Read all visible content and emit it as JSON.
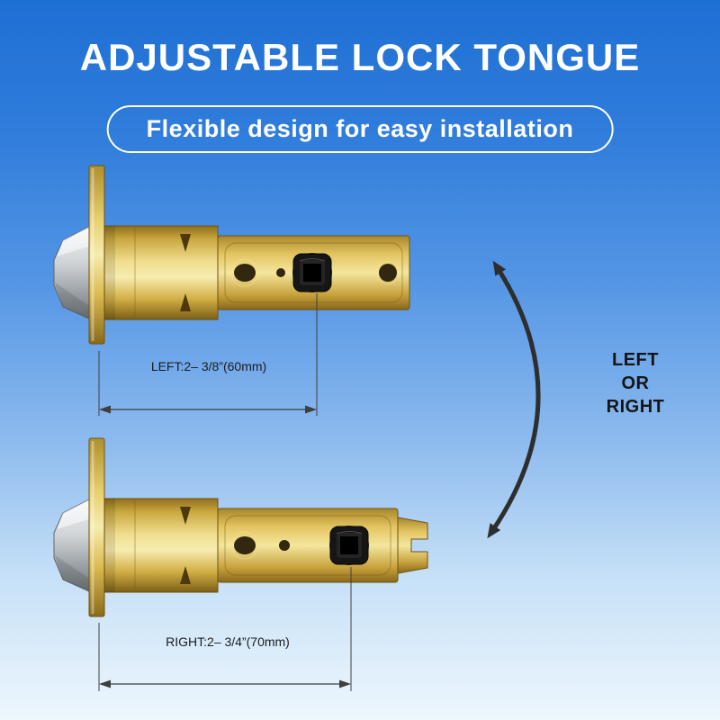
{
  "page": {
    "title": "ADJUSTABLE LOCK TONGUE",
    "subtitle": "Flexible design for easy installation"
  },
  "dimensions": {
    "top_label": "LEFT:2– 3/8”(60mm)",
    "bottom_label": "RIGHT:2– 3/4”(70mm)"
  },
  "side_label": {
    "lines": [
      "LEFT",
      "OR",
      "RIGHT"
    ]
  },
  "colors": {
    "background_top": "#1e6fd4",
    "background_bottom": "#eef7fd",
    "title_text": "#ffffff",
    "annotation_text": "#1c1c1c",
    "brass": "#e3c561",
    "chrome": "#cfd3d6",
    "arrow": "#2e2e2e"
  }
}
